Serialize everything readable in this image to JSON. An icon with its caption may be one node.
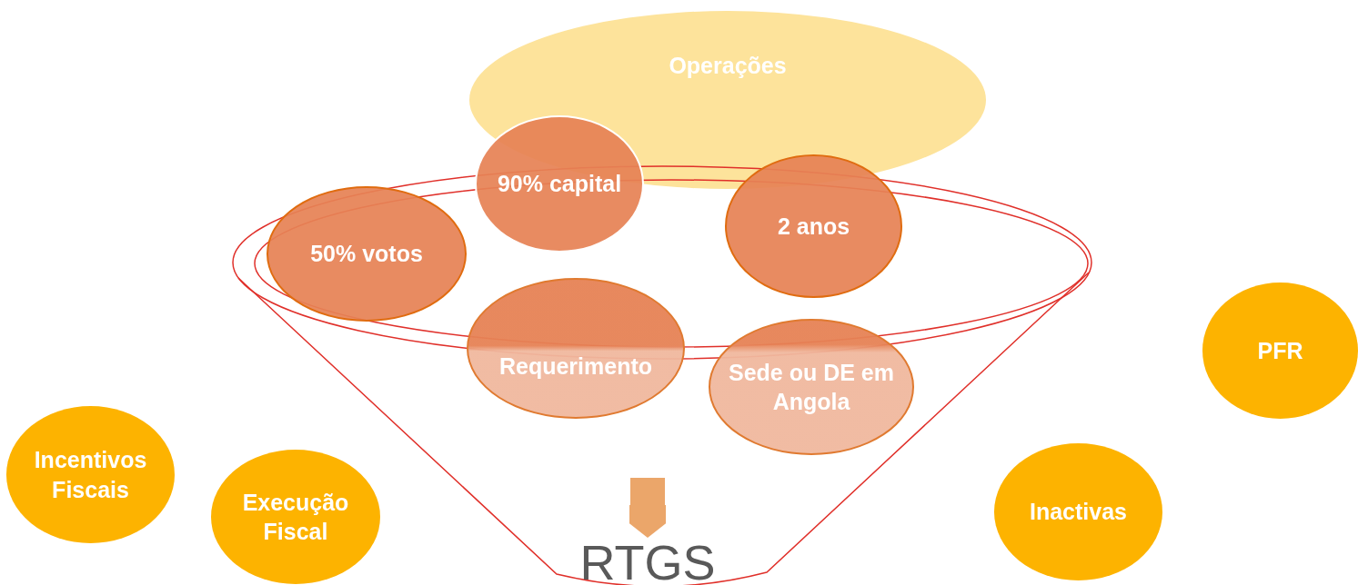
{
  "diagram": {
    "nodes": [
      {
        "text": [
          "Operações"
        ]
      },
      {
        "text": [
          "90% capital"
        ]
      },
      {
        "text": [
          "50% votos"
        ]
      },
      {
        "text": [
          "2 anos"
        ]
      },
      {
        "text": [
          "Requerimento"
        ]
      },
      {
        "text": [
          "Sede ou DE em Angola"
        ]
      },
      {
        "text": [
          "PFR"
        ]
      },
      {
        "text": [
          "Incentivos Fiscais"
        ]
      },
      {
        "text": [
          "Execução Fiscal"
        ]
      },
      {
        "text": [
          "Inactivas"
        ]
      },
      {
        "text": [
          "RTGS"
        ]
      }
    ],
    "edges": [
      {
        "from": null,
        "to": 10,
        "arrow": "to"
      }
    ]
  }
}
